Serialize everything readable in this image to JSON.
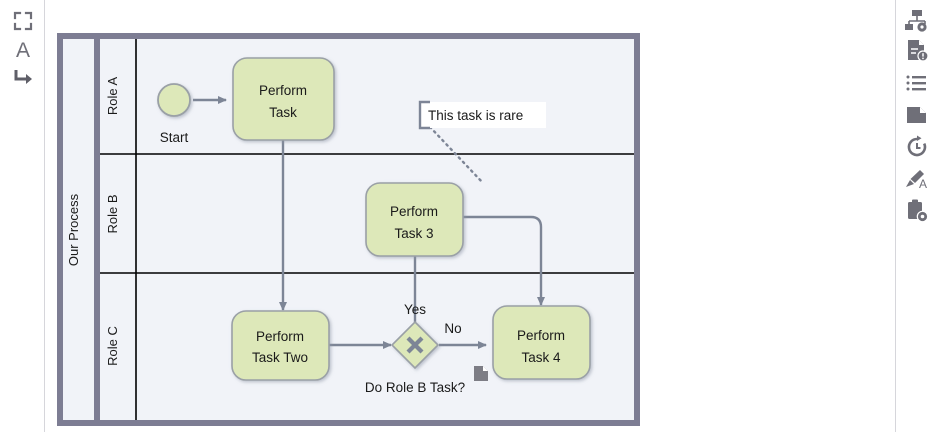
{
  "app": {
    "canvas_bg": "#ffffff"
  },
  "left_toolbar": {
    "items": [
      {
        "name": "fullscreen-icon",
        "label": "Fullscreen"
      },
      {
        "name": "text-tool-icon",
        "label": "Text"
      },
      {
        "name": "connector-tool-icon",
        "label": "Connector"
      }
    ]
  },
  "right_toolbar": {
    "items": [
      {
        "name": "structure-settings-icon",
        "label": "Structure Settings"
      },
      {
        "name": "document-alert-icon",
        "label": "Document Issues"
      },
      {
        "name": "list-icon",
        "label": "List"
      },
      {
        "name": "page-icon",
        "label": "Page"
      },
      {
        "name": "timer-icon",
        "label": "Timer"
      },
      {
        "name": "pen-annotate-icon",
        "label": "Annotate"
      },
      {
        "name": "clipboard-settings-icon",
        "label": "Clipboard Settings"
      }
    ]
  },
  "diagram": {
    "type": "bpmn",
    "pool": {
      "label": "Our Process",
      "border_color": "#7d7d93",
      "fill": "#f1f3f8"
    },
    "lanes": [
      {
        "label": "Role A"
      },
      {
        "label": "Role B"
      },
      {
        "label": "Role C"
      }
    ],
    "colors": {
      "task_fill": "#dde8b9",
      "task_stroke": "#9aa0a6",
      "event_fill": "#dde8b9",
      "gateway_fill": "#dde8b9",
      "flow_stroke": "#7d8596",
      "lane_divider": "#000000",
      "annotation_stroke": "#7d8596",
      "doc_icon_fill": "#7d7d85"
    },
    "nodes": [
      {
        "id": "start",
        "type": "start-event",
        "label": "",
        "caption": "Start",
        "lane": "Role A"
      },
      {
        "id": "task1",
        "type": "task",
        "label": "Perform Task",
        "line1": "Perform",
        "line2": "Task",
        "lane": "Role A"
      },
      {
        "id": "task3",
        "type": "task",
        "label": "Perform Task 3",
        "line1": "Perform",
        "line2": "Task 3",
        "lane": "Role B"
      },
      {
        "id": "task2",
        "type": "task",
        "label": "Perform Task Two",
        "line1": "Perform",
        "line2": "Task Two",
        "lane": "Role C"
      },
      {
        "id": "gw",
        "type": "exclusive-gateway",
        "label": "",
        "caption": "Do Role B Task?",
        "lane": "Role C"
      },
      {
        "id": "task4",
        "type": "task",
        "label": "Perform Task 4",
        "line1": "Perform",
        "line2": "Task 4",
        "lane": "Role C"
      }
    ],
    "edge_labels": [
      {
        "id": "yes",
        "label": "Yes"
      },
      {
        "id": "no",
        "label": "No"
      }
    ],
    "annotation": {
      "text": "This task is rare",
      "association": "dotted"
    },
    "attached_icons": [
      {
        "name": "document-marker-icon",
        "near": "task4"
      }
    ]
  }
}
